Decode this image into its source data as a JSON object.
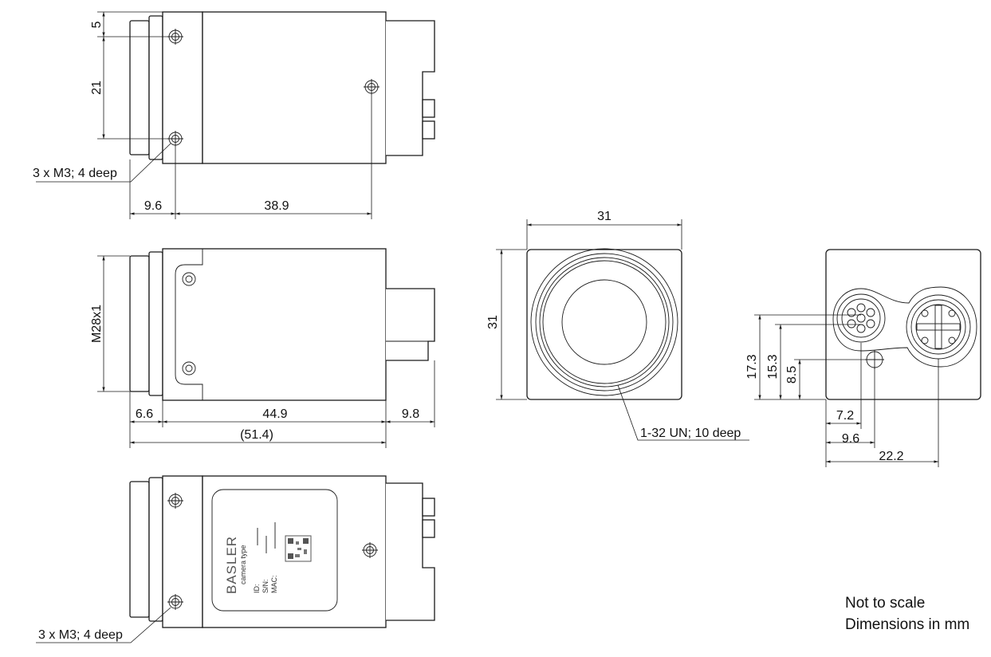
{
  "dimensions": {
    "top_v_upper": "5",
    "top_v_lower": "21",
    "top_h_left": "9.6",
    "top_h_right": "38.9",
    "side_thread": "M28x1",
    "side_h_lens": "6.6",
    "side_h_body": "44.9",
    "side_h_conn": "9.8",
    "side_h_total": "(51.4)",
    "front_width": "31",
    "front_height": "31",
    "back_v1": "17.3",
    "back_v2": "15.3",
    "back_v3": "8.5",
    "back_h1": "7.2",
    "back_h2": "9.6",
    "back_h3": "22.2"
  },
  "callouts": {
    "top_holes": "3 x M3; 4 deep",
    "bottom_holes": "3 x M3; 4 deep",
    "front_thread": "1-32 UN; 10 deep"
  },
  "label": {
    "brand": "BASLER",
    "camera_type": "camera type",
    "id": "ID:",
    "sn": "S/N:",
    "mac": "MAC:"
  },
  "notes": {
    "line1": "Not to scale",
    "line2": "Dimensions in mm"
  }
}
